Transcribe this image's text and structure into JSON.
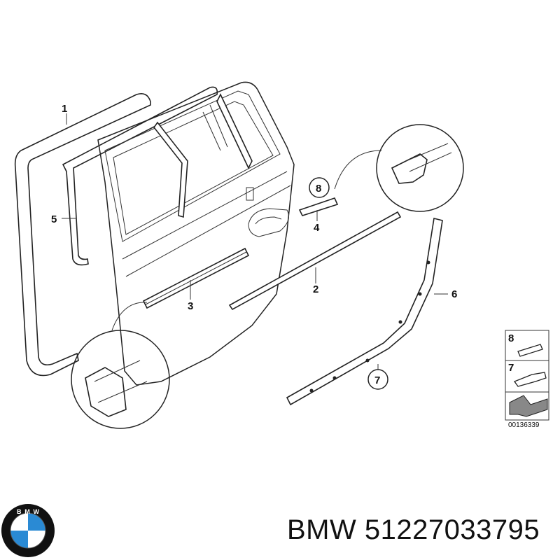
{
  "callouts": [
    {
      "id": "1",
      "text": "1"
    },
    {
      "id": "2",
      "text": "2"
    },
    {
      "id": "3",
      "text": "3"
    },
    {
      "id": "4",
      "text": "4"
    },
    {
      "id": "5",
      "text": "5"
    },
    {
      "id": "6",
      "text": "6"
    },
    {
      "id": "7",
      "text": "7"
    },
    {
      "id": "8",
      "text": "8"
    }
  ],
  "legend": {
    "item8": "8",
    "item7": "7",
    "code": "00136339"
  },
  "footer": {
    "brand": "BMW 51227033795",
    "logo_letters": "BMW"
  },
  "colors": {
    "line": "#222222",
    "logo_blue": "#2a8ad4",
    "logo_ring": "#111111"
  }
}
